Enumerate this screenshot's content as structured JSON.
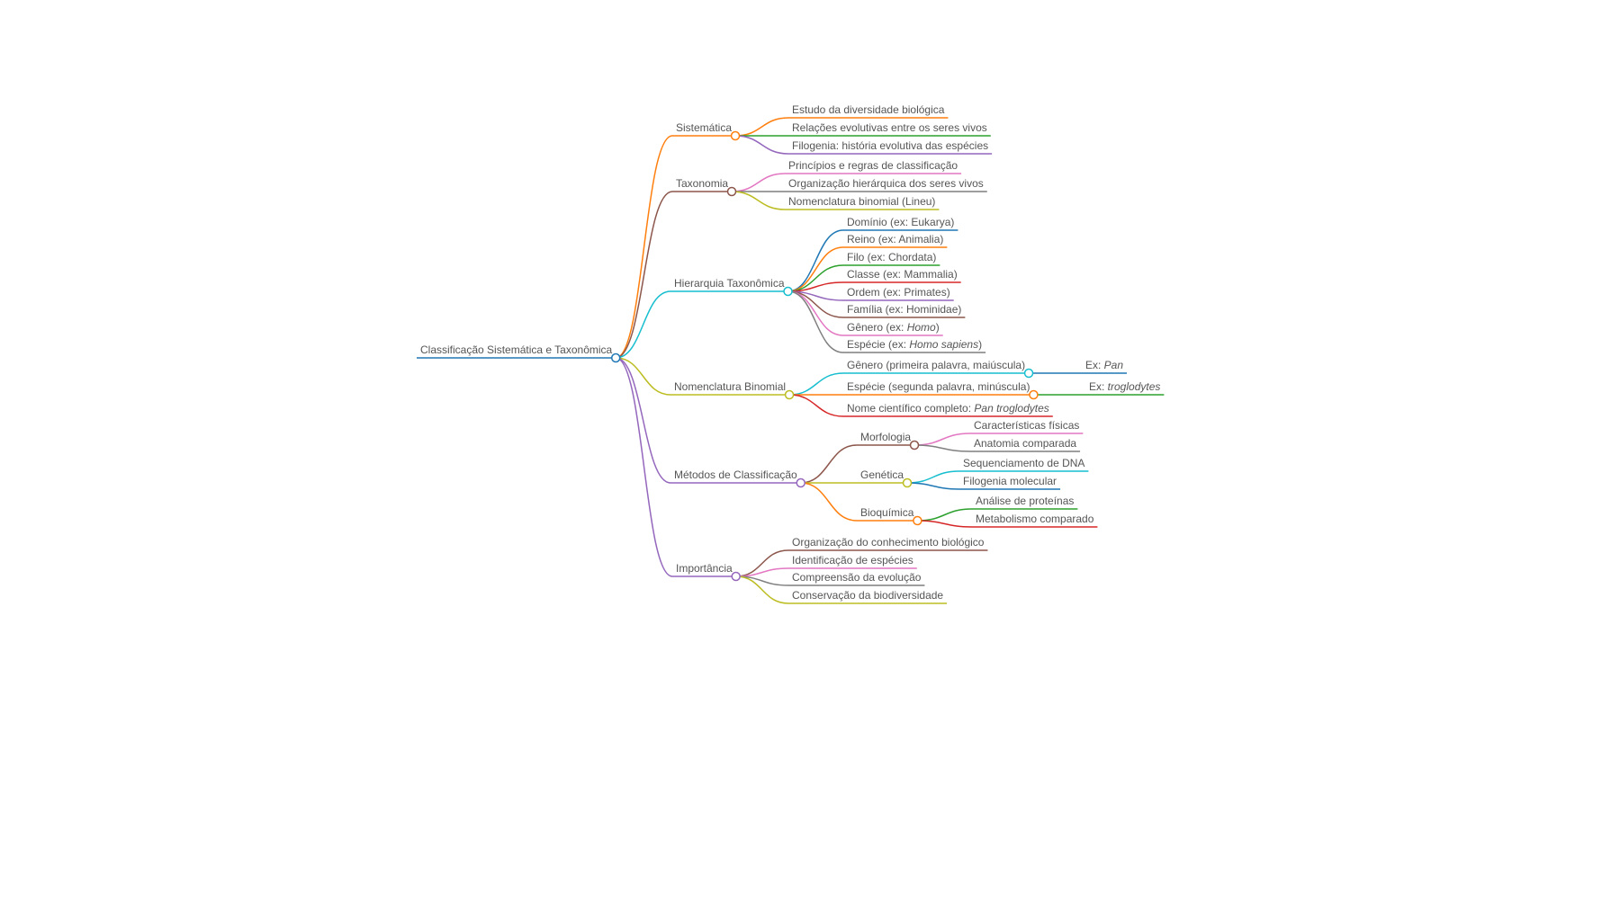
{
  "colors": {
    "root": "#1f77b4",
    "sistematica": "#ff7f0e",
    "taxonomia": "#8c564b",
    "hierarquia": "#17becf",
    "nomenclatura": "#bcbd22",
    "metodos": "#9467bd",
    "importancia": "#9467bd",
    "blue": "#1f77b4",
    "orange": "#ff7f0e",
    "green": "#2ca02c",
    "red": "#d62728",
    "purple": "#9467bd",
    "brown": "#8c564b",
    "pink": "#e377c2",
    "gray": "#7f7f7f",
    "olive": "#bcbd22",
    "cyan": "#17becf"
  },
  "mindmap": {
    "id": "root",
    "text": "Classificação Sistemática e Taxonômica",
    "color": "root",
    "children": [
      {
        "id": "sistematica",
        "text": "Sistemática",
        "color": "sistematica",
        "children": [
          {
            "id": "sist-1",
            "text": "Estudo da diversidade biológica",
            "color": "orange"
          },
          {
            "id": "sist-2",
            "text": "Relações evolutivas entre os seres vivos",
            "color": "green"
          },
          {
            "id": "sist-3",
            "text": "Filogenia: história evolutiva das espécies",
            "color": "purple"
          }
        ]
      },
      {
        "id": "taxonomia",
        "text": "Taxonomia",
        "color": "taxonomia",
        "children": [
          {
            "id": "tax-1",
            "text": "Princípios e regras de classificação",
            "color": "pink"
          },
          {
            "id": "tax-2",
            "text": "Organização hierárquica dos seres vivos",
            "color": "gray"
          },
          {
            "id": "tax-3",
            "text": "Nomenclatura binomial (Lineu)",
            "color": "olive"
          }
        ]
      },
      {
        "id": "hierarquia",
        "text": "Hierarquia Taxonômica",
        "color": "hierarquia",
        "children": [
          {
            "id": "hier-1",
            "text": "Domínio (ex: Eukarya)",
            "color": "blue"
          },
          {
            "id": "hier-2",
            "text": "Reino (ex: Animalia)",
            "color": "orange"
          },
          {
            "id": "hier-3",
            "text": "Filo (ex: Chordata)",
            "color": "green"
          },
          {
            "id": "hier-4",
            "text": "Classe (ex: Mammalia)",
            "color": "red"
          },
          {
            "id": "hier-5",
            "text": "Ordem (ex: Primates)",
            "color": "purple"
          },
          {
            "id": "hier-6",
            "text": "Família (ex: Hominidae)",
            "color": "brown"
          },
          {
            "id": "hier-7",
            "text": "Gênero (ex: Homo)",
            "color": "pink"
          },
          {
            "id": "hier-8",
            "text": "Espécie (ex: Homo sapiens)",
            "color": "gray"
          }
        ]
      },
      {
        "id": "nomenclatura",
        "text": "Nomenclatura Binomial",
        "color": "nomenclatura",
        "children": [
          {
            "id": "nom-1",
            "text": "Gênero (primeira palavra, maiúscula)",
            "color": "cyan",
            "children": [
              {
                "id": "nom-1-1",
                "text": "Ex: Pan",
                "color": "blue"
              }
            ]
          },
          {
            "id": "nom-2",
            "text": "Espécie (segunda palavra, minúscula)",
            "color": "orange",
            "children": [
              {
                "id": "nom-2-1",
                "text": "Ex: troglodytes",
                "color": "green"
              }
            ]
          },
          {
            "id": "nom-3",
            "text": "Nome científico completo: Pan troglodytes",
            "color": "red"
          }
        ]
      },
      {
        "id": "metodos",
        "text": "Métodos de Classificação",
        "color": "metodos",
        "children": [
          {
            "id": "met-1",
            "text": "Morfologia",
            "color": "brown",
            "children": [
              {
                "id": "met-1-1",
                "text": "Características físicas",
                "color": "pink"
              },
              {
                "id": "met-1-2",
                "text": "Anatomia comparada",
                "color": "gray"
              }
            ]
          },
          {
            "id": "met-2",
            "text": "Genética",
            "color": "olive",
            "children": [
              {
                "id": "met-2-1",
                "text": "Sequenciamento de DNA",
                "color": "cyan"
              },
              {
                "id": "met-2-2",
                "text": "Filogenia molecular",
                "color": "blue"
              }
            ]
          },
          {
            "id": "met-3",
            "text": "Bioquímica",
            "color": "orange",
            "children": [
              {
                "id": "met-3-1",
                "text": "Análise de proteínas",
                "color": "green"
              },
              {
                "id": "met-3-2",
                "text": "Metabolismo comparado",
                "color": "red"
              }
            ]
          }
        ]
      },
      {
        "id": "importancia",
        "text": "Importância",
        "color": "importancia",
        "children": [
          {
            "id": "imp-1",
            "text": "Organização do conhecimento biológico",
            "color": "brown"
          },
          {
            "id": "imp-2",
            "text": "Identificação de espécies",
            "color": "pink"
          },
          {
            "id": "imp-3",
            "text": "Compreensão da evolução",
            "color": "gray"
          },
          {
            "id": "imp-4",
            "text": "Conservação da biodiversidade",
            "color": "olive"
          }
        ]
      }
    ]
  }
}
